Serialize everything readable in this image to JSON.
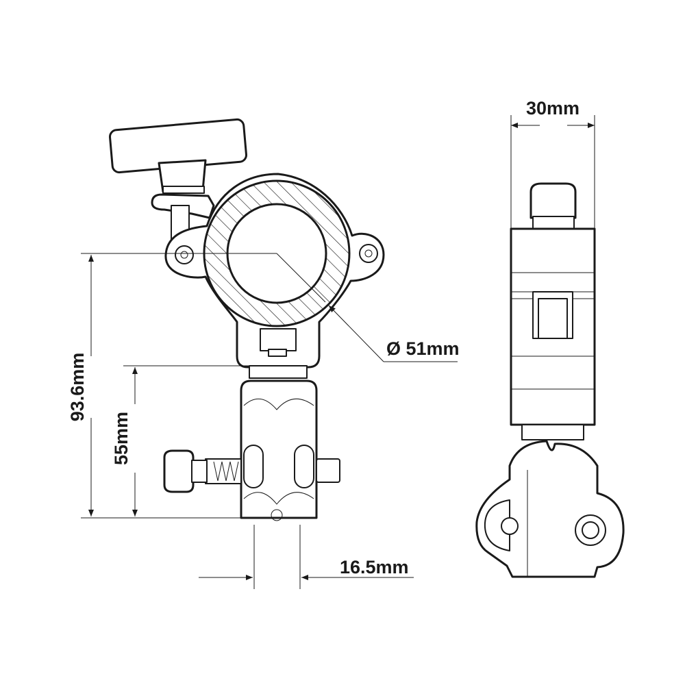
{
  "dimensions": {
    "width_top": "30mm",
    "diameter": "Ø 51mm",
    "height_total": "93.6mm",
    "height_lower": "55mm",
    "width_bottom": "16.5mm"
  },
  "colors": {
    "line": "#1a1a1a",
    "background": "#ffffff"
  }
}
